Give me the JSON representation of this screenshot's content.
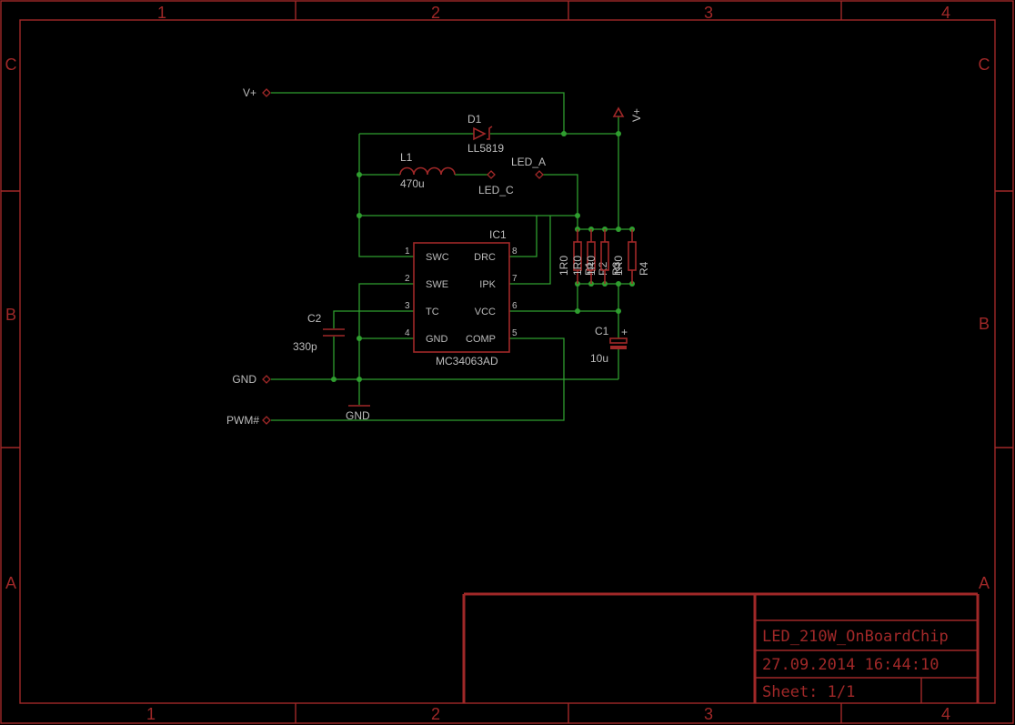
{
  "frame": {
    "columns": [
      "1",
      "2",
      "3",
      "4"
    ],
    "rows": [
      "C",
      "B",
      "A"
    ]
  },
  "title_block": {
    "drawing_name": "LED_210W_OnBoardChip",
    "date": "27.09.2014 16:44:10",
    "sheet": "Sheet: 1/1"
  },
  "nets": {
    "vplus_in": "V+",
    "gnd_in": "GND",
    "pwm_in": "PWM#",
    "led_c": "LED_C",
    "led_a": "LED_A",
    "vplus_supply": "V+",
    "gnd_supply": "GND"
  },
  "parts": {
    "d1": {
      "name": "D1",
      "value": "LL5819"
    },
    "l1": {
      "name": "L1",
      "value": "470u"
    },
    "ic1": {
      "name": "IC1",
      "value": "MC34063AD",
      "left_pins": [
        {
          "num": "1",
          "name": "SWC"
        },
        {
          "num": "2",
          "name": "SWE"
        },
        {
          "num": "3",
          "name": "TC"
        },
        {
          "num": "4",
          "name": "GND"
        }
      ],
      "right_pins": [
        {
          "num": "8",
          "name": "DRC"
        },
        {
          "num": "7",
          "name": "IPK"
        },
        {
          "num": "6",
          "name": "VCC"
        },
        {
          "num": "5",
          "name": "COMP"
        }
      ]
    },
    "c1": {
      "name": "C1",
      "value": "10u",
      "polarity": "+"
    },
    "c2": {
      "name": "C2",
      "value": "330p"
    },
    "r1": {
      "name": "R1",
      "value": "1R0"
    },
    "r2": {
      "name": "R2",
      "value": "1R0"
    },
    "r3": {
      "name": "R3",
      "value": "1R0"
    },
    "r4": {
      "name": "R4",
      "value": "1R0"
    }
  },
  "colors": {
    "frame": "#a02828",
    "wire": "#2f9e2f",
    "text": "#bcbcbc",
    "background": "#000000"
  }
}
